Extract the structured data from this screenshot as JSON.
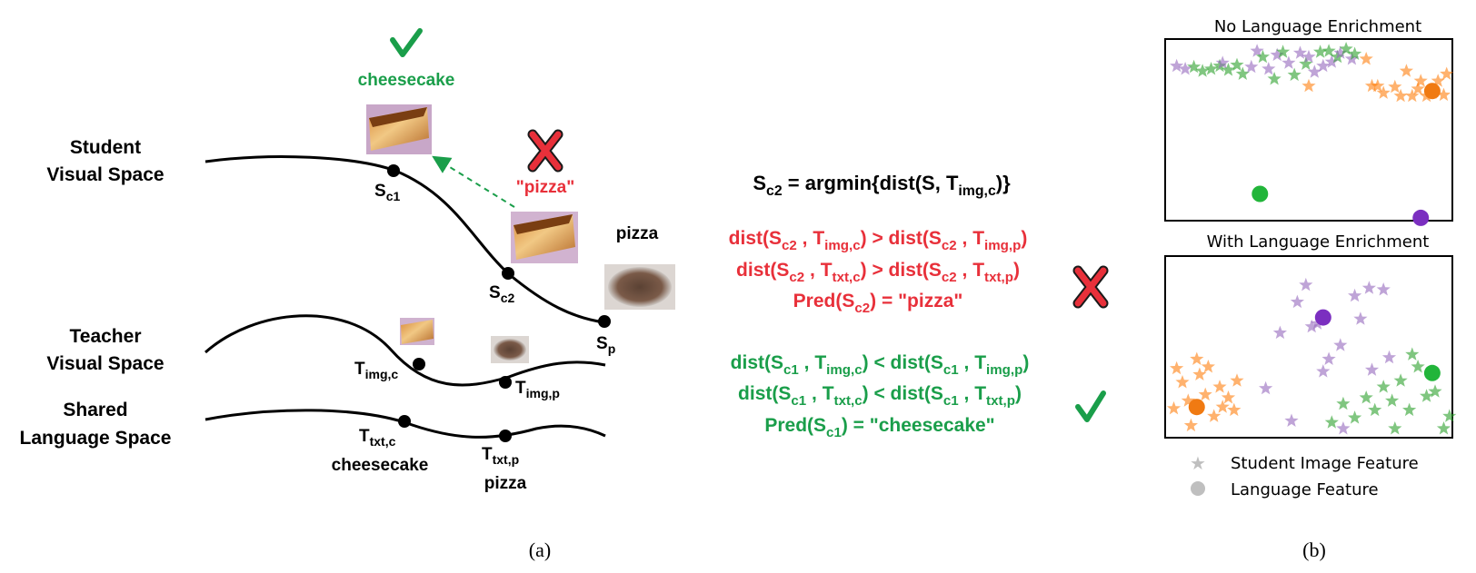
{
  "panel_a": {
    "spaces": {
      "student": [
        "Student",
        "Visual Space"
      ],
      "teacher": [
        "Teacher",
        "Visual Space"
      ],
      "language": [
        "Shared",
        "Language Space"
      ]
    },
    "labels": {
      "check_label": "cheesecake",
      "wrong_label": "\"pizza\"",
      "pizza_label": "pizza"
    },
    "points": {
      "s_c1": {
        "base": "S",
        "sub": "c1"
      },
      "s_c2": {
        "base": "S",
        "sub": "c2"
      },
      "s_p": {
        "base": "S",
        "sub": "p"
      },
      "t_img_c": {
        "base": "T",
        "sub": "img,c"
      },
      "t_img_p": {
        "base": "T",
        "sub": "img,p"
      },
      "t_txt_c": {
        "base": "T",
        "sub": "txt,c",
        "caption": "cheesecake"
      },
      "t_txt_p": {
        "base": "T",
        "sub": "txt,p",
        "caption": "pizza"
      }
    },
    "equations": {
      "argmin": [
        [
          "S",
          ""
        ],
        [
          "c2",
          "sub"
        ],
        [
          "  = argmin{dist(S, T",
          ""
        ],
        [
          "img,c",
          "sub"
        ],
        [
          ")}",
          ""
        ]
      ],
      "red": [
        [
          [
            "dist(S",
            ""
          ],
          [
            "c2",
            "sub"
          ],
          [
            " , T",
            ""
          ],
          [
            "img,c",
            "sub"
          ],
          [
            ") > dist(S",
            ""
          ],
          [
            "c2",
            "sub"
          ],
          [
            " , T",
            ""
          ],
          [
            "img,p",
            "sub"
          ],
          [
            ")",
            ""
          ]
        ],
        [
          [
            "dist(S",
            ""
          ],
          [
            "c2",
            "sub"
          ],
          [
            " , T",
            ""
          ],
          [
            "txt,c",
            "sub"
          ],
          [
            ") > dist(S",
            ""
          ],
          [
            "c2",
            "sub"
          ],
          [
            " , T",
            ""
          ],
          [
            "txt,p",
            "sub"
          ],
          [
            ")",
            ""
          ]
        ],
        [
          [
            "Pred(S",
            ""
          ],
          [
            "c2",
            "sub"
          ],
          [
            ") = \"pizza\"",
            ""
          ]
        ]
      ],
      "green": [
        [
          [
            "dist(S",
            ""
          ],
          [
            "c1",
            "sub"
          ],
          [
            " , T",
            ""
          ],
          [
            "img,c",
            "sub"
          ],
          [
            ") < dist(S",
            ""
          ],
          [
            "c1",
            "sub"
          ],
          [
            " , T",
            ""
          ],
          [
            "img,p",
            "sub"
          ],
          [
            ")",
            ""
          ]
        ],
        [
          [
            "dist(S",
            ""
          ],
          [
            "c1",
            "sub"
          ],
          [
            " , T",
            ""
          ],
          [
            "txt,c",
            "sub"
          ],
          [
            ") < dist(S",
            ""
          ],
          [
            "c1",
            "sub"
          ],
          [
            " , T",
            ""
          ],
          [
            "txt,p",
            "sub"
          ],
          [
            ")",
            ""
          ]
        ],
        [
          [
            "Pred(S",
            ""
          ],
          [
            "c1",
            "sub"
          ],
          [
            ") = \"cheesecake\"",
            ""
          ]
        ]
      ]
    },
    "caption": "(a)"
  },
  "panel_b": {
    "plots": [
      {
        "title": "No Language Enrichment",
        "stars": [
          [
            "purple",
            0.04,
            0.27
          ],
          [
            "purple",
            0.07,
            0.3
          ],
          [
            "green",
            0.1,
            0.28
          ],
          [
            "green",
            0.13,
            0.32
          ],
          [
            "green",
            0.16,
            0.3
          ],
          [
            "green",
            0.19,
            0.27
          ],
          [
            "purple",
            0.2,
            0.24
          ],
          [
            "green",
            0.22,
            0.31
          ],
          [
            "green",
            0.25,
            0.26
          ],
          [
            "green",
            0.27,
            0.35
          ],
          [
            "purple",
            0.3,
            0.28
          ],
          [
            "purple",
            0.32,
            0.12
          ],
          [
            "green",
            0.34,
            0.18
          ],
          [
            "purple",
            0.36,
            0.3
          ],
          [
            "green",
            0.38,
            0.4
          ],
          [
            "purple",
            0.39,
            0.16
          ],
          [
            "green",
            0.41,
            0.13
          ],
          [
            "purple",
            0.43,
            0.24
          ],
          [
            "green",
            0.45,
            0.36
          ],
          [
            "purple",
            0.47,
            0.14
          ],
          [
            "green",
            0.49,
            0.25
          ],
          [
            "purple",
            0.5,
            0.18
          ],
          [
            "purple",
            0.52,
            0.33
          ],
          [
            "green",
            0.54,
            0.13
          ],
          [
            "purple",
            0.55,
            0.27
          ],
          [
            "green",
            0.57,
            0.12
          ],
          [
            "purple",
            0.58,
            0.23
          ],
          [
            "green",
            0.6,
            0.18
          ],
          [
            "purple",
            0.61,
            0.14
          ],
          [
            "green",
            0.63,
            0.1
          ],
          [
            "purple",
            0.65,
            0.2
          ],
          [
            "green",
            0.66,
            0.15
          ],
          [
            "orange",
            0.5,
            0.47
          ],
          [
            "orange",
            0.74,
            0.47
          ],
          [
            "orange",
            0.76,
            0.54
          ],
          [
            "orange",
            0.7,
            0.2
          ],
          [
            "orange",
            0.72,
            0.47
          ],
          [
            "orange",
            0.8,
            0.48
          ],
          [
            "orange",
            0.84,
            0.32
          ],
          [
            "orange",
            0.86,
            0.57
          ],
          [
            "orange",
            0.89,
            0.42
          ],
          [
            "orange",
            0.91,
            0.57
          ],
          [
            "orange",
            0.93,
            0.54
          ],
          [
            "orange",
            0.95,
            0.42
          ],
          [
            "orange",
            0.97,
            0.56
          ],
          [
            "orange",
            0.98,
            0.35
          ],
          [
            "orange",
            0.82,
            0.57
          ],
          [
            "orange",
            0.88,
            0.5
          ]
        ],
        "dots": [
          [
            "green",
            0.33,
            1.55
          ],
          [
            "purple",
            0.89,
            1.79
          ],
          [
            "orange",
            0.93,
            0.52
          ]
        ]
      },
      {
        "title": "With Language Enrichment",
        "stars": [
          [
            "purple",
            0.4,
            0.38
          ],
          [
            "purple",
            0.46,
            0.18
          ],
          [
            "purple",
            0.49,
            0.07
          ],
          [
            "purple",
            0.51,
            0.34
          ],
          [
            "purple",
            0.53,
            0.32
          ],
          [
            "purple",
            0.44,
            0.95
          ],
          [
            "purple",
            0.35,
            0.74
          ],
          [
            "purple",
            0.57,
            0.55
          ],
          [
            "purple",
            0.66,
            0.14
          ],
          [
            "purple",
            0.68,
            0.29
          ],
          [
            "purple",
            0.72,
            0.62
          ],
          [
            "purple",
            0.76,
            0.1
          ],
          [
            "purple",
            0.78,
            0.54
          ],
          [
            "purple",
            0.61,
            0.46
          ],
          [
            "purple",
            0.62,
            1.0
          ],
          [
            "purple",
            0.71,
            0.09
          ],
          [
            "purple",
            0.55,
            0.63
          ],
          [
            "orange",
            0.03,
            0.87
          ],
          [
            "orange",
            0.06,
            0.7
          ],
          [
            "orange",
            0.09,
            0.98
          ],
          [
            "orange",
            0.12,
            0.65
          ],
          [
            "orange",
            0.14,
            0.78
          ],
          [
            "orange",
            0.17,
            0.92
          ],
          [
            "orange",
            0.2,
            0.86
          ],
          [
            "orange",
            0.22,
            0.8
          ],
          [
            "orange",
            0.25,
            0.69
          ],
          [
            "orange",
            0.08,
            0.82
          ],
          [
            "orange",
            0.11,
            0.55
          ],
          [
            "orange",
            0.15,
            0.6
          ],
          [
            "orange",
            0.19,
            0.73
          ],
          [
            "orange",
            0.04,
            0.61
          ],
          [
            "orange",
            0.24,
            0.88
          ],
          [
            "green",
            0.58,
            0.96
          ],
          [
            "green",
            0.62,
            0.84
          ],
          [
            "green",
            0.66,
            0.93
          ],
          [
            "green",
            0.7,
            0.8
          ],
          [
            "green",
            0.73,
            0.88
          ],
          [
            "green",
            0.76,
            0.73
          ],
          [
            "green",
            0.79,
            0.82
          ],
          [
            "green",
            0.82,
            0.69
          ],
          [
            "green",
            0.85,
            0.88
          ],
          [
            "green",
            0.88,
            0.6
          ],
          [
            "green",
            0.91,
            0.79
          ],
          [
            "green",
            0.94,
            0.76
          ],
          [
            "green",
            0.97,
            1.0
          ],
          [
            "green",
            0.99,
            0.92
          ],
          [
            "green",
            0.86,
            0.52
          ],
          [
            "green",
            0.8,
            1.0
          ]
        ],
        "dots": [
          [
            "purple",
            0.55,
            0.28
          ],
          [
            "green",
            0.93,
            0.64
          ],
          [
            "orange",
            0.11,
            0.86
          ]
        ]
      }
    ],
    "legend": {
      "star_label": "Student Image Feature",
      "dot_label": "Language Feature"
    },
    "caption": "(b)",
    "colors": {
      "purple": "#9467bd",
      "green": "#2ca02c",
      "orange": "#ff7f0e",
      "dot_green": "#22b53a",
      "dot_purple": "#7b2fc0",
      "dot_orange": "#f07a12"
    }
  },
  "colors": {
    "red": "#e8303a",
    "green": "#1a9e4a",
    "black": "#000000",
    "gray": "#bfbfbf"
  }
}
